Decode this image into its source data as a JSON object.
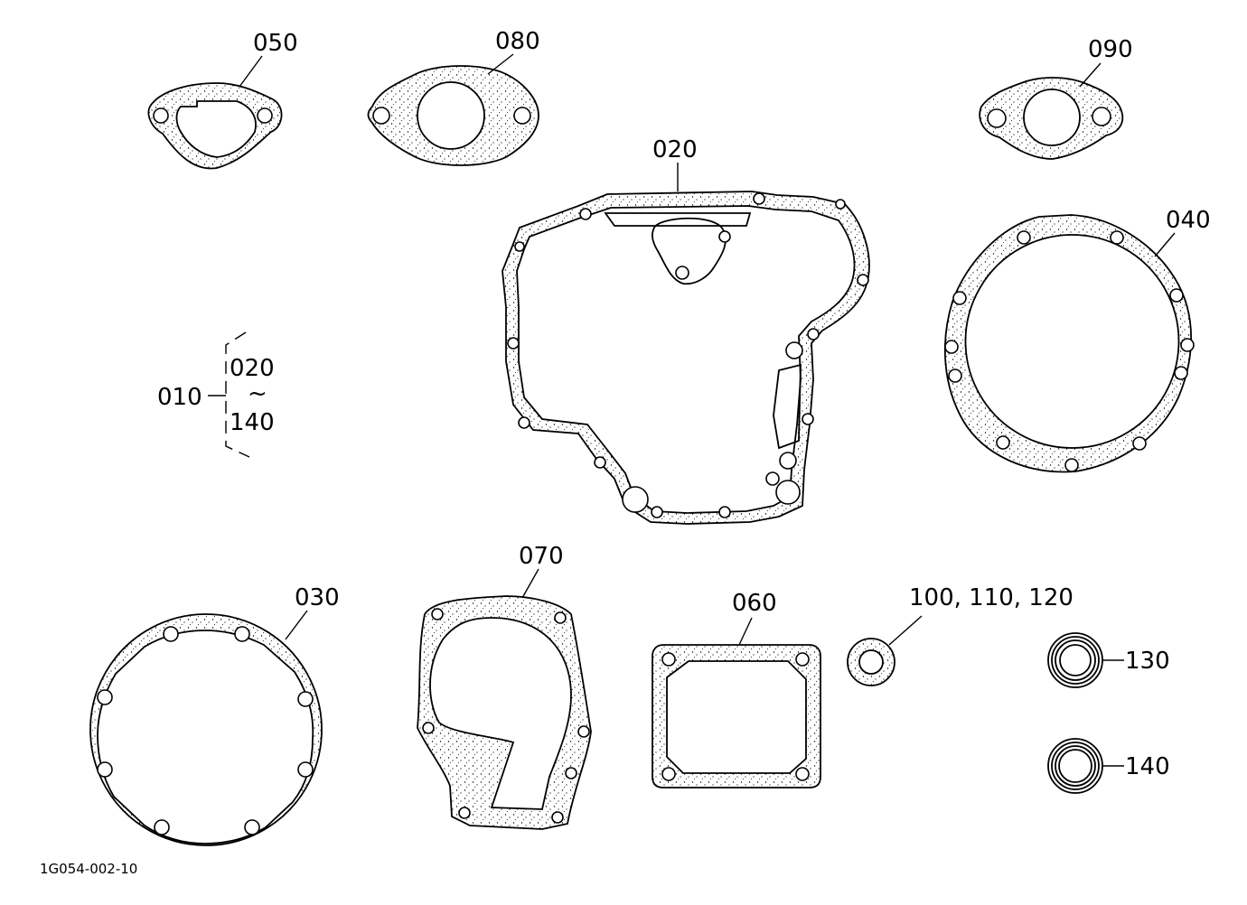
{
  "parts": {
    "p050": "050",
    "p080": "080",
    "p090": "090",
    "p020": "020",
    "p040": "040",
    "p030": "030",
    "p070": "070",
    "p060": "060",
    "p100": "100, 110, 120",
    "p130": "130",
    "p140": "140"
  },
  "group": {
    "parent": "010",
    "from": "020",
    "tilde": "~",
    "to": "140"
  },
  "drawing_code": "1G054-002-10"
}
